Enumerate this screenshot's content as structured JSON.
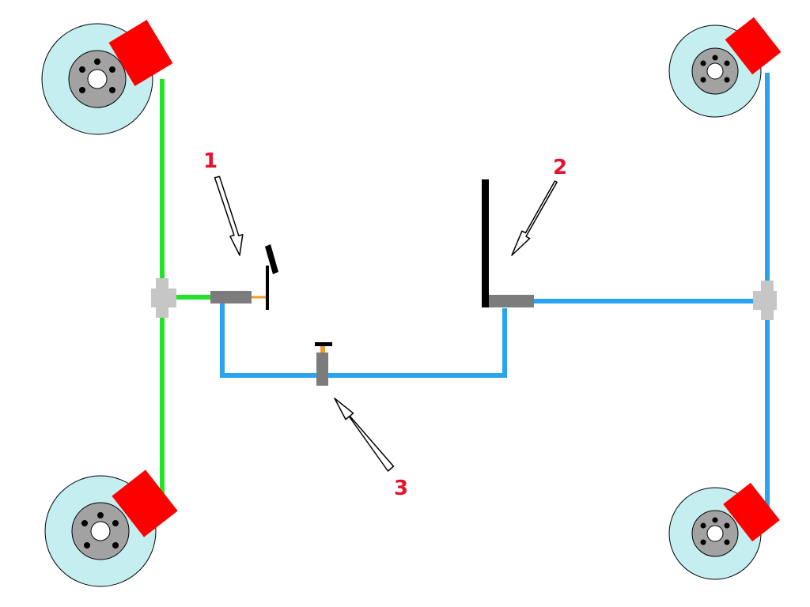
{
  "colors": {
    "background": "#ffffff",
    "disc": "#c4eef0",
    "hub": "#a2a2a2",
    "caliper": "#ff0000",
    "line_front": "#22e22a",
    "line_rear": "#2ba4ef",
    "cylinder": "#7c7c7c",
    "tee": "#c6c6c6",
    "push_rod": "#f29a2e",
    "lever": "#000000",
    "label": "#e8112d",
    "arrow_fill": "#ffffff",
    "arrow_stroke": "#000000"
  },
  "labels": {
    "one": "1",
    "two": "2",
    "three": "3"
  },
  "icons": {
    "wheel": "brake-disc-icon",
    "caliper": "caliper-icon",
    "pedal": "brake-pedal-icon",
    "lever": "hand-brake-lever-icon",
    "pointer": "hollow-arrow-icon"
  }
}
